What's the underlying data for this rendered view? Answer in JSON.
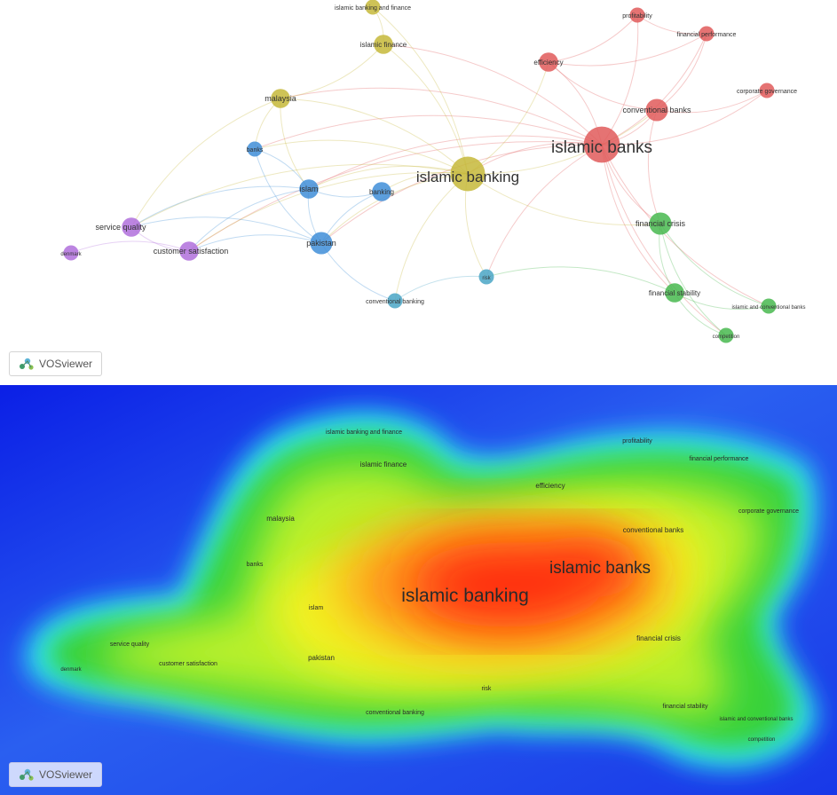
{
  "app_name": "VOSviewer",
  "network_view": {
    "clusters": {
      "red": "#e05a5a",
      "olive": "#c6b93a",
      "blue": "#3f8ed8",
      "green": "#48b84f",
      "purple": "#b070dc",
      "teal": "#4aa6c6"
    },
    "items": [
      {
        "id": "islamic_banking_and_finance",
        "label": "islamic banking and finance",
        "cluster": "olive",
        "weight": 1
      },
      {
        "id": "profitability",
        "label": "profitability",
        "cluster": "red",
        "weight": 1
      },
      {
        "id": "financial_performance",
        "label": "financial performance",
        "cluster": "red",
        "weight": 1
      },
      {
        "id": "islamic_finance",
        "label": "islamic finance",
        "cluster": "olive",
        "weight": 2
      },
      {
        "id": "efficiency",
        "label": "efficiency",
        "cluster": "red",
        "weight": 2
      },
      {
        "id": "corporate_governance",
        "label": "corporate governance",
        "cluster": "red",
        "weight": 1
      },
      {
        "id": "malaysia",
        "label": "malaysia",
        "cluster": "olive",
        "weight": 2
      },
      {
        "id": "conventional_banks",
        "label": "conventional banks",
        "cluster": "red",
        "weight": 3
      },
      {
        "id": "islamic_banks",
        "label": "islamic banks",
        "cluster": "red",
        "weight": 10
      },
      {
        "id": "banks",
        "label": "banks",
        "cluster": "blue",
        "weight": 1
      },
      {
        "id": "islamic_banking",
        "label": "islamic banking",
        "cluster": "olive",
        "weight": 9
      },
      {
        "id": "islam",
        "label": "islam",
        "cluster": "blue",
        "weight": 2
      },
      {
        "id": "banking",
        "label": "banking",
        "cluster": "blue",
        "weight": 2
      },
      {
        "id": "financial_crisis",
        "label": "financial crisis",
        "cluster": "green",
        "weight": 3
      },
      {
        "id": "service_quality",
        "label": "service quality",
        "cluster": "purple",
        "weight": 2
      },
      {
        "id": "customer_satisfaction",
        "label": "customer satisfaction",
        "cluster": "purple",
        "weight": 2
      },
      {
        "id": "pakistan",
        "label": "pakistan",
        "cluster": "blue",
        "weight": 3
      },
      {
        "id": "denmark",
        "label": "denmark",
        "cluster": "purple",
        "weight": 1
      },
      {
        "id": "risk",
        "label": "risk",
        "cluster": "teal",
        "weight": 1
      },
      {
        "id": "conventional_banking",
        "label": "conventional banking",
        "cluster": "teal",
        "weight": 1
      },
      {
        "id": "financial_stability",
        "label": "financial stability",
        "cluster": "green",
        "weight": 2
      },
      {
        "id": "islamic_and_conventional_banks",
        "label": "islamic and conventional banks",
        "cluster": "green",
        "weight": 1
      },
      {
        "id": "competition",
        "label": "competition",
        "cluster": "green",
        "weight": 1
      }
    ],
    "links": [
      [
        "islamic_banks",
        "islamic_banking"
      ],
      [
        "islamic_banks",
        "efficiency"
      ],
      [
        "islamic_banks",
        "conventional_banks"
      ],
      [
        "islamic_banks",
        "profitability"
      ],
      [
        "islamic_banks",
        "financial_performance"
      ],
      [
        "islamic_banks",
        "corporate_governance"
      ],
      [
        "islamic_banks",
        "financial_crisis"
      ],
      [
        "islamic_banks",
        "financial_stability"
      ],
      [
        "islamic_banks",
        "malaysia"
      ],
      [
        "islamic_banks",
        "islamic_finance"
      ],
      [
        "islamic_banks",
        "banks"
      ],
      [
        "islamic_banks",
        "islam"
      ],
      [
        "islamic_banks",
        "risk"
      ],
      [
        "islamic_banks",
        "competition"
      ],
      [
        "islamic_banks",
        "islamic_and_conventional_banks"
      ],
      [
        "islamic_banks",
        "pakistan"
      ],
      [
        "islamic_banks",
        "customer_satisfaction"
      ],
      [
        "islamic_banking",
        "malaysia"
      ],
      [
        "islamic_banking",
        "islamic_finance"
      ],
      [
        "islamic_banking",
        "banking"
      ],
      [
        "islamic_banking",
        "islam"
      ],
      [
        "islamic_banking",
        "pakistan"
      ],
      [
        "islamic_banking",
        "conventional_banking"
      ],
      [
        "islamic_banking",
        "service_quality"
      ],
      [
        "islamic_banking",
        "customer_satisfaction"
      ],
      [
        "islamic_banking",
        "efficiency"
      ],
      [
        "islamic_banking",
        "financial_crisis"
      ],
      [
        "islamic_banking",
        "risk"
      ],
      [
        "islamic_banking",
        "islamic_banking_and_finance"
      ],
      [
        "islamic_banking",
        "banks"
      ],
      [
        "islamic_banking",
        "conventional_banks"
      ],
      [
        "efficiency",
        "conventional_banks"
      ],
      [
        "efficiency",
        "profitability"
      ],
      [
        "efficiency",
        "financial_performance"
      ],
      [
        "conventional_banks",
        "financial_performance"
      ],
      [
        "conventional_banks",
        "corporate_governance"
      ],
      [
        "conventional_banks",
        "financial_crisis"
      ],
      [
        "financial_crisis",
        "financial_stability"
      ],
      [
        "financial_crisis",
        "islamic_and_conventional_banks"
      ],
      [
        "financial_crisis",
        "competition"
      ],
      [
        "financial_stability",
        "islamic_and_conventional_banks"
      ],
      [
        "financial_stability",
        "competition"
      ],
      [
        "financial_stability",
        "risk"
      ],
      [
        "islam",
        "banking"
      ],
      [
        "islam",
        "pakistan"
      ],
      [
        "islam",
        "banks"
      ],
      [
        "islam",
        "service_quality"
      ],
      [
        "islam",
        "customer_satisfaction"
      ],
      [
        "banking",
        "pakistan"
      ],
      [
        "pakistan",
        "customer_satisfaction"
      ],
      [
        "pakistan",
        "service_quality"
      ],
      [
        "service_quality",
        "customer_satisfaction"
      ],
      [
        "customer_satisfaction",
        "denmark"
      ],
      [
        "malaysia",
        "banks"
      ],
      [
        "malaysia",
        "islam"
      ],
      [
        "malaysia",
        "islamic_finance"
      ],
      [
        "malaysia",
        "service_quality"
      ],
      [
        "islamic_finance",
        "islamic_banking_and_finance"
      ],
      [
        "risk",
        "conventional_banking"
      ],
      [
        "pakistan",
        "conventional_banking"
      ],
      [
        "banks",
        "pakistan"
      ],
      [
        "profitability",
        "financial_performance"
      ]
    ]
  },
  "density_view": {
    "items": [
      {
        "label": "islamic banking and finance"
      },
      {
        "label": "profitability"
      },
      {
        "label": "islamic finance"
      },
      {
        "label": "financial performance"
      },
      {
        "label": "efficiency"
      },
      {
        "label": "malaysia"
      },
      {
        "label": "corporate governance"
      },
      {
        "label": "conventional banks"
      },
      {
        "label": "banks"
      },
      {
        "label": "islamic banks"
      },
      {
        "label": "islamic banking"
      },
      {
        "label": "islam"
      },
      {
        "label": "financial crisis"
      },
      {
        "label": "service quality"
      },
      {
        "label": "customer satisfaction"
      },
      {
        "label": "pakistan"
      },
      {
        "label": "denmark"
      },
      {
        "label": "risk"
      },
      {
        "label": "financial stability"
      },
      {
        "label": "islamic and conventional banks"
      },
      {
        "label": "conventional banking"
      },
      {
        "label": "competition"
      }
    ]
  }
}
